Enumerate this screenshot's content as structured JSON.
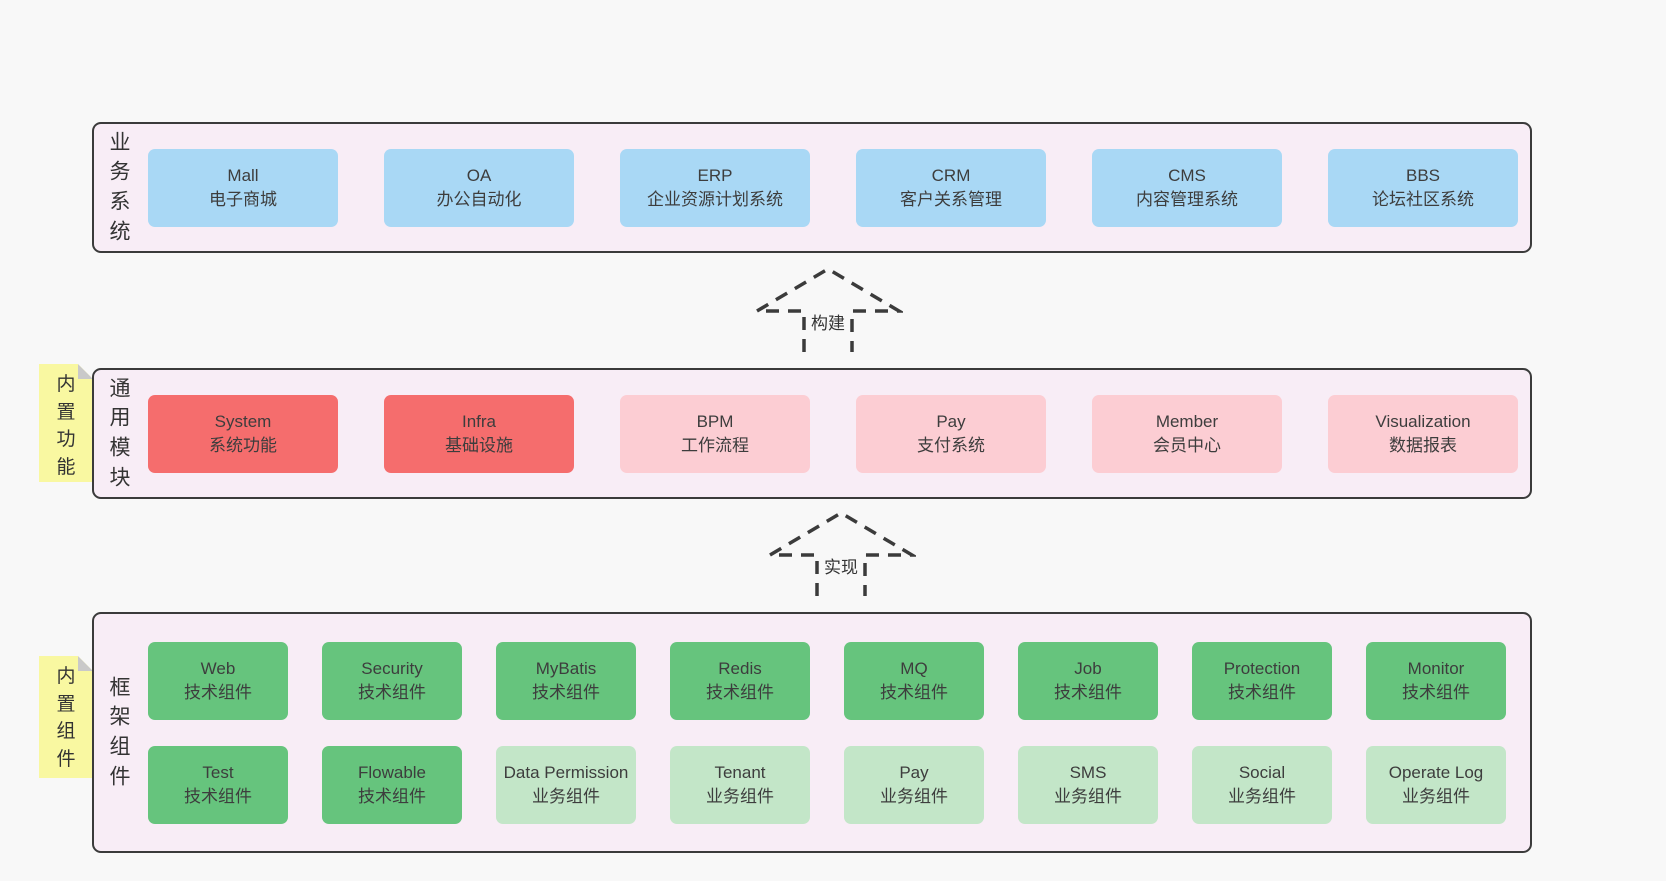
{
  "colors": {
    "page_bg": "#f8f8f8",
    "container_bg": "#f8edf6",
    "container_border": "#3b3b3b",
    "blue": "#a9d8f5",
    "red": "#f56d6d",
    "pink": "#fccdd3",
    "green": "#66c47d",
    "light_green": "#c3e6c8",
    "sticky_yellow": "#f9f8a1",
    "sticky_fold": "#c9c9c9",
    "text": "#3d3d3d"
  },
  "sections": [
    {
      "label": "业务系统",
      "rows": [
        [
          {
            "name": "Mall",
            "desc": "电子商城",
            "variant": "blue"
          },
          {
            "name": "OA",
            "desc": "办公自动化",
            "variant": "blue"
          },
          {
            "name": "ERP",
            "desc": "企业资源计划系统",
            "variant": "blue"
          },
          {
            "name": "CRM",
            "desc": "客户关系管理",
            "variant": "blue"
          },
          {
            "name": "CMS",
            "desc": "内容管理系统",
            "variant": "blue"
          },
          {
            "name": "BBS",
            "desc": "论坛社区系统",
            "variant": "blue"
          }
        ]
      ]
    },
    {
      "label": "通用模块",
      "sticky": "内置功能",
      "rows": [
        [
          {
            "name": "System",
            "desc": "系统功能",
            "variant": "red"
          },
          {
            "name": "Infra",
            "desc": "基础设施",
            "variant": "red"
          },
          {
            "name": "BPM",
            "desc": "工作流程",
            "variant": "pink"
          },
          {
            "name": "Pay",
            "desc": "支付系统",
            "variant": "pink"
          },
          {
            "name": "Member",
            "desc": "会员中心",
            "variant": "pink"
          },
          {
            "name": "Visualization",
            "desc": "数据报表",
            "variant": "pink"
          }
        ]
      ]
    },
    {
      "label": "框架组件",
      "sticky": "内置组件",
      "rows": [
        [
          {
            "name": "Web",
            "desc": "技术组件",
            "variant": "green"
          },
          {
            "name": "Security",
            "desc": "技术组件",
            "variant": "green"
          },
          {
            "name": "MyBatis",
            "desc": "技术组件",
            "variant": "green"
          },
          {
            "name": "Redis",
            "desc": "技术组件",
            "variant": "green"
          },
          {
            "name": "MQ",
            "desc": "技术组件",
            "variant": "green"
          },
          {
            "name": "Job",
            "desc": "技术组件",
            "variant": "green"
          },
          {
            "name": "Protection",
            "desc": "技术组件",
            "variant": "green"
          },
          {
            "name": "Monitor",
            "desc": "技术组件",
            "variant": "green"
          }
        ],
        [
          {
            "name": "Test",
            "desc": "技术组件",
            "variant": "green"
          },
          {
            "name": "Flowable",
            "desc": "技术组件",
            "variant": "green"
          },
          {
            "name": "Data Permission",
            "desc": "业务组件",
            "variant": "light_green"
          },
          {
            "name": "Tenant",
            "desc": "业务组件",
            "variant": "light_green"
          },
          {
            "name": "Pay",
            "desc": "业务组件",
            "variant": "light_green"
          },
          {
            "name": "SMS",
            "desc": "业务组件",
            "variant": "light_green"
          },
          {
            "name": "Social",
            "desc": "业务组件",
            "variant": "light_green"
          },
          {
            "name": "Operate Log",
            "desc": "业务组件",
            "variant": "light_green"
          }
        ]
      ]
    }
  ],
  "arrows": [
    {
      "label": "构建"
    },
    {
      "label": "实现"
    }
  ]
}
